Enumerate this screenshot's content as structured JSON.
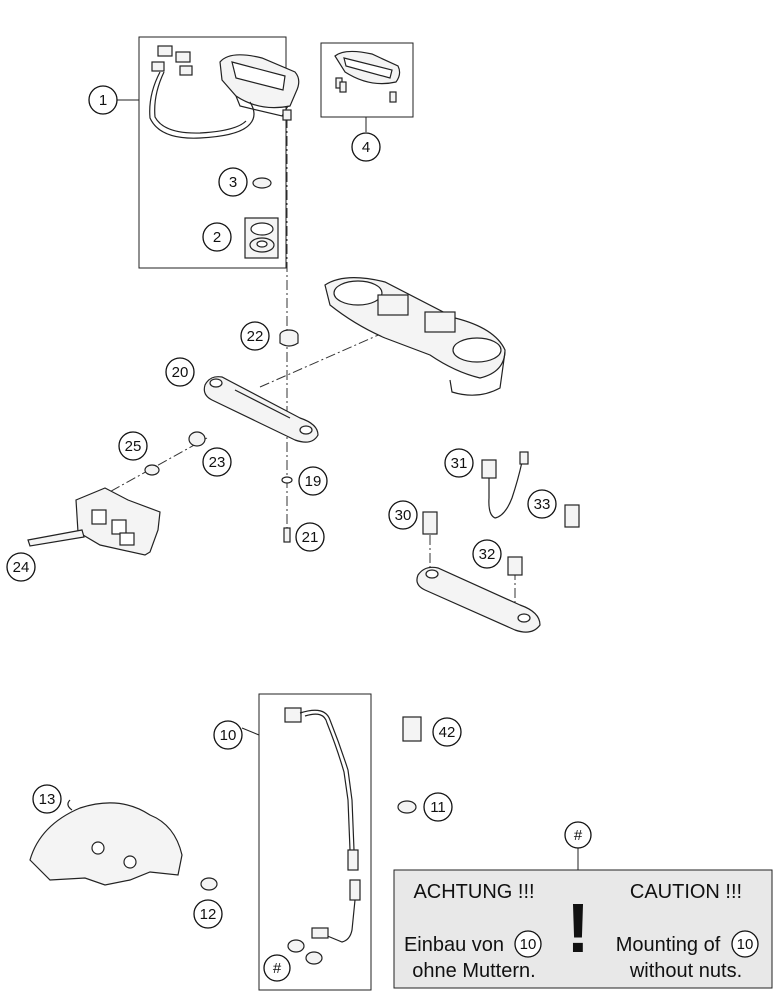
{
  "callouts": {
    "c1": "1",
    "c2": "2",
    "c3": "3",
    "c4": "4",
    "c10": "10",
    "c11": "11",
    "c12": "12",
    "c13": "13",
    "c19": "19",
    "c20": "20",
    "c21": "21",
    "c22": "22",
    "c23": "23",
    "c24": "24",
    "c25": "25",
    "c30": "30",
    "c31": "31",
    "c32": "32",
    "c33": "33",
    "c42": "42",
    "hash_box": "#",
    "hash_note": "#"
  },
  "note": {
    "exclamation": "!",
    "de": {
      "title": "ACHTUNG !!!",
      "line1": "Einbau von",
      "ref": "10",
      "line2": "ohne Muttern."
    },
    "en": {
      "title": "CAUTION !!!",
      "line1": "Mounting of",
      "ref": "10",
      "line2": "without nuts."
    }
  },
  "colors": {
    "line": "#222222",
    "note_bg": "#e8e8e8",
    "part_fill": "#f4f4f4"
  }
}
